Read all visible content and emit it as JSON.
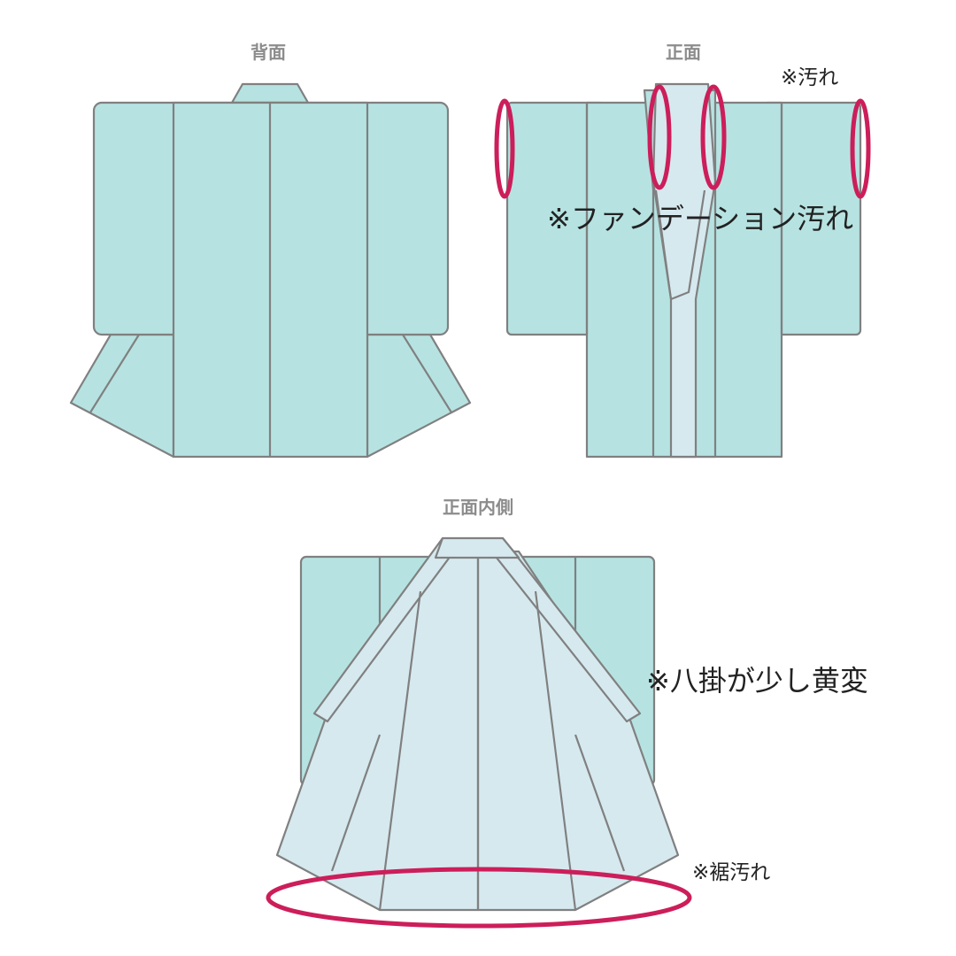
{
  "views": {
    "back": "背面",
    "front": "正面",
    "front_inside": "正面内側"
  },
  "notes": {
    "stain": "※汚れ",
    "foundation_stain": "※ファンデーション汚れ",
    "lining_yellowing": "※八掛が少し黄変",
    "hem_stain": "※裾汚れ"
  },
  "colors": {
    "kimono_outer": "#b6e3e1",
    "kimono_lining": "#d6e9ef",
    "outline": "#808080",
    "stain_marker": "#cc1e5a",
    "label_gray": "#8c8c8c"
  }
}
